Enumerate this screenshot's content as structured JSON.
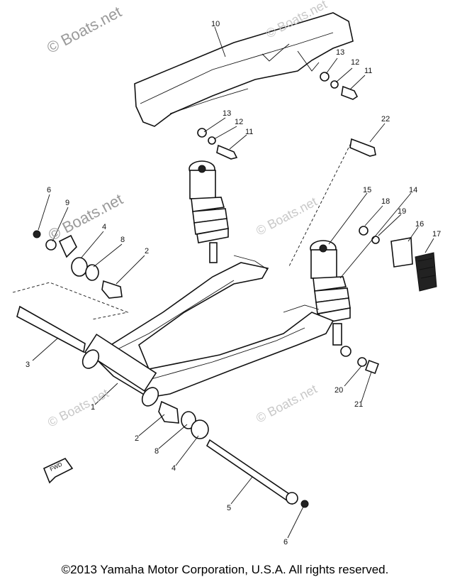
{
  "watermark": {
    "text": "© Boats.net"
  },
  "callouts": [
    "10",
    "13",
    "12",
    "11",
    "13",
    "12",
    "11",
    "22",
    "6",
    "9",
    "4",
    "8",
    "2",
    "15",
    "18",
    "14",
    "19",
    "16",
    "17",
    "3",
    "1",
    "2",
    "8",
    "4",
    "20",
    "21",
    "5",
    "6"
  ],
  "copyright": "©2013 Yamaha Motor Corporation, U.S.A. All rights reserved."
}
